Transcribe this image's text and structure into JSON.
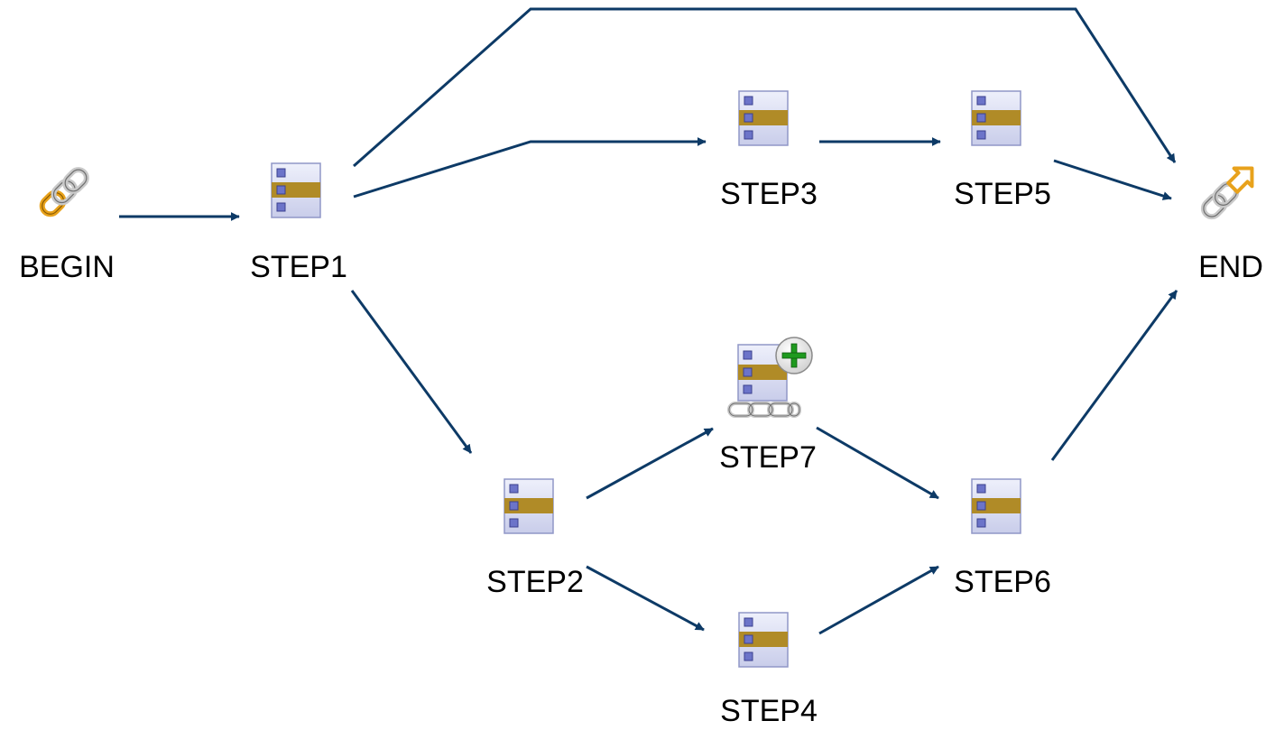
{
  "diagram": {
    "edge_color": "#0d3a66",
    "nodes": [
      {
        "id": "BEGIN",
        "label": "BEGIN",
        "icon": "chain-link-begin-icon"
      },
      {
        "id": "STEP1",
        "label": "STEP1",
        "icon": "step-list-icon"
      },
      {
        "id": "STEP2",
        "label": "STEP2",
        "icon": "step-list-icon"
      },
      {
        "id": "STEP3",
        "label": "STEP3",
        "icon": "step-list-icon"
      },
      {
        "id": "STEP4",
        "label": "STEP4",
        "icon": "step-list-icon"
      },
      {
        "id": "STEP5",
        "label": "STEP5",
        "icon": "step-list-icon"
      },
      {
        "id": "STEP6",
        "label": "STEP6",
        "icon": "step-list-icon"
      },
      {
        "id": "STEP7",
        "label": "STEP7",
        "icon": "step-linked-add-icon"
      },
      {
        "id": "END",
        "label": "END",
        "icon": "chain-link-end-icon"
      }
    ],
    "edges": [
      {
        "from": "BEGIN",
        "to": "STEP1"
      },
      {
        "from": "STEP1",
        "to": "STEP3"
      },
      {
        "from": "STEP1",
        "to": "END"
      },
      {
        "from": "STEP1",
        "to": "STEP2"
      },
      {
        "from": "STEP3",
        "to": "STEP5"
      },
      {
        "from": "STEP5",
        "to": "END"
      },
      {
        "from": "STEP2",
        "to": "STEP7"
      },
      {
        "from": "STEP2",
        "to": "STEP4"
      },
      {
        "from": "STEP7",
        "to": "STEP6"
      },
      {
        "from": "STEP4",
        "to": "STEP6"
      },
      {
        "from": "STEP6",
        "to": "END"
      }
    ]
  }
}
